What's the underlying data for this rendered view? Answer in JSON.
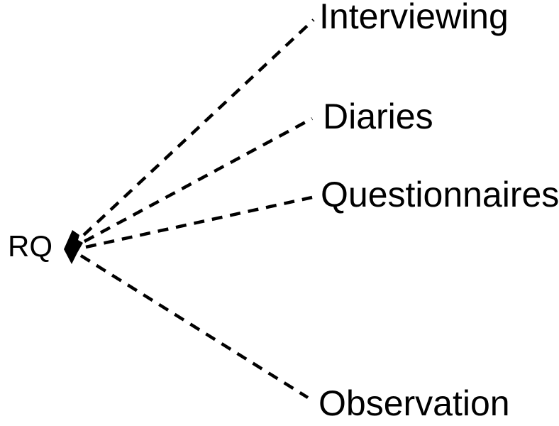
{
  "background_color": "#ffffff",
  "ink_color": "#000000",
  "diagram": {
    "type": "radial-tree",
    "connector_style": "dashed",
    "root": {
      "label": "RQ",
      "marker": "filled-diamond"
    },
    "branches": [
      {
        "label": "Interviewing"
      },
      {
        "label": "Diaries"
      },
      {
        "label": "Questionnaires"
      },
      {
        "label": "Observation"
      }
    ]
  }
}
